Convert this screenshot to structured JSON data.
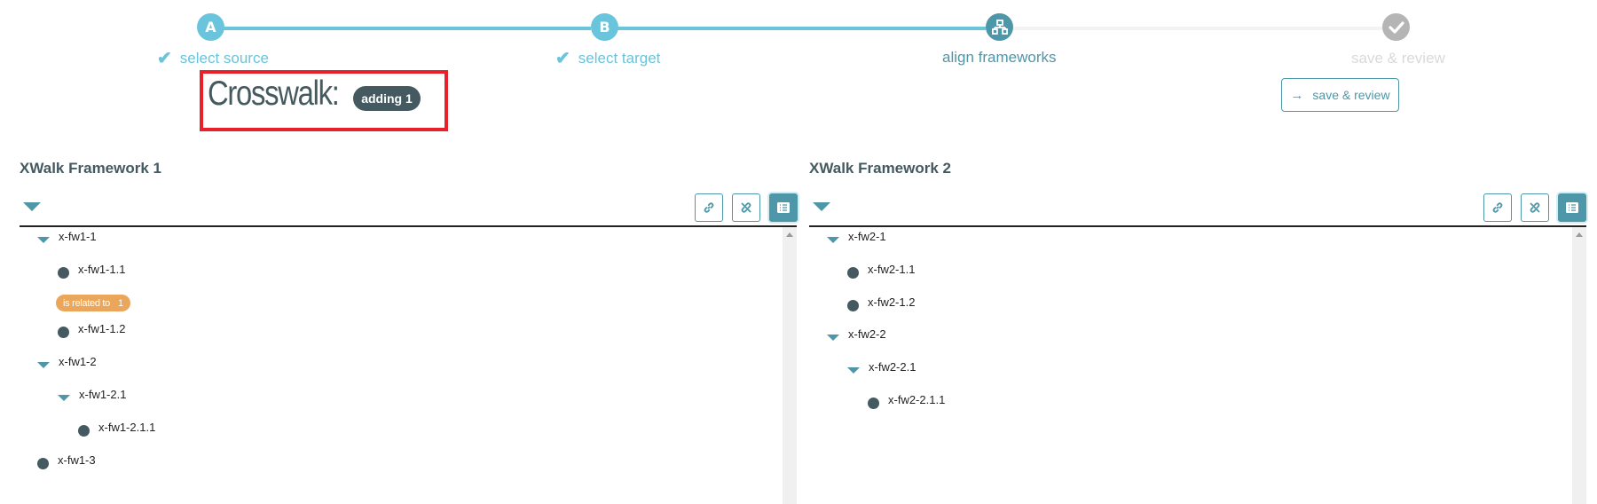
{
  "stepper": {
    "steps": [
      {
        "badge": "A",
        "label": "select source",
        "state": "done",
        "icon": "letter-a"
      },
      {
        "badge": "B",
        "label": "select target",
        "state": "done",
        "icon": "letter-b"
      },
      {
        "badge": "",
        "label": "align frameworks",
        "state": "active",
        "icon": "sitemap-icon"
      },
      {
        "badge": "",
        "label": "save & review",
        "state": "todo",
        "icon": "check-icon"
      }
    ],
    "check_glyph": "✔"
  },
  "header": {
    "title": "Crosswalk:",
    "status_badge": "adding 1",
    "save_button": "save & review",
    "save_icon": "→"
  },
  "colors": {
    "accent": "#69c4dc",
    "primary": "#4d97a8",
    "dark": "#455a60",
    "relation": "#eaa65a",
    "highlight_box": "#e8202a"
  },
  "panels": [
    {
      "title": "XWalk Framework 1",
      "toolbar": {
        "link": "link-icon",
        "unlink": "unlink-icon",
        "list": "list-icon"
      },
      "nodes": [
        {
          "label": "x-fw1-1",
          "type": "branch",
          "depth": 0
        },
        {
          "label": "x-fw1-1.1",
          "type": "leaf",
          "depth": 1,
          "relation": {
            "label": "is related to",
            "count": "1"
          }
        },
        {
          "label": "x-fw1-1.2",
          "type": "leaf",
          "depth": 1
        },
        {
          "label": "x-fw1-2",
          "type": "branch",
          "depth": 0
        },
        {
          "label": "x-fw1-2.1",
          "type": "branch",
          "depth": 1
        },
        {
          "label": "x-fw1-2.1.1",
          "type": "leaf",
          "depth": 2
        },
        {
          "label": "x-fw1-3",
          "type": "leaf",
          "depth": 0
        }
      ]
    },
    {
      "title": "XWalk Framework 2",
      "toolbar": {
        "link": "link-icon",
        "unlink": "unlink-icon",
        "list": "list-icon"
      },
      "nodes": [
        {
          "label": "x-fw2-1",
          "type": "branch",
          "depth": 0
        },
        {
          "label": "x-fw2-1.1",
          "type": "leaf",
          "depth": 1
        },
        {
          "label": "x-fw2-1.2",
          "type": "leaf",
          "depth": 1
        },
        {
          "label": "x-fw2-2",
          "type": "branch",
          "depth": 0
        },
        {
          "label": "x-fw2-2.1",
          "type": "branch",
          "depth": 1
        },
        {
          "label": "x-fw2-2.1.1",
          "type": "leaf",
          "depth": 2
        }
      ]
    }
  ]
}
